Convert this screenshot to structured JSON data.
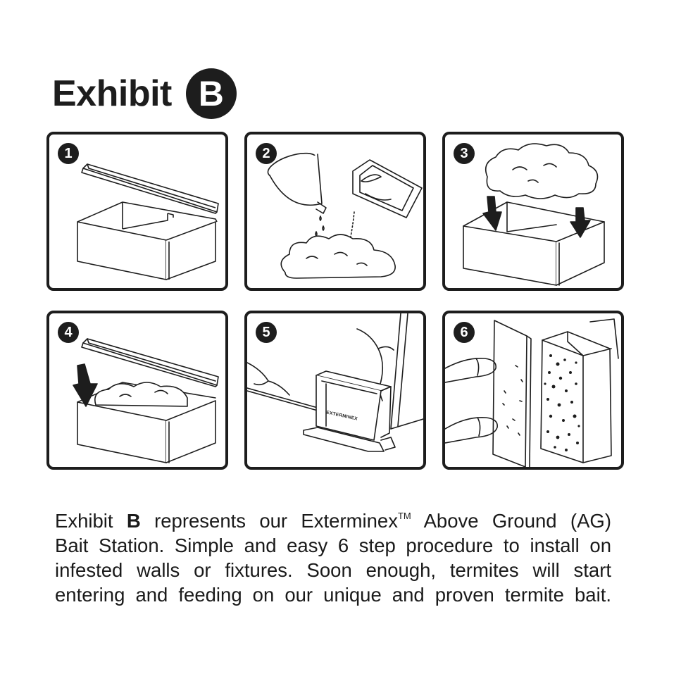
{
  "title": {
    "word": "Exhibit",
    "badge": "B"
  },
  "steps": [
    {
      "number": "1"
    },
    {
      "number": "2"
    },
    {
      "number": "3"
    },
    {
      "number": "4"
    },
    {
      "number": "5",
      "station_label": "EXTERMINEX"
    },
    {
      "number": "6"
    }
  ],
  "caption": {
    "line1_a": "Exhibit ",
    "line1_bold": "B",
    "line1_b": " represents our Exterminex",
    "trademark": "TM",
    "line1_c": " Above Ground (AG)",
    "line2": "Bait Station. Simple and easy 6 step procedure to install on",
    "line3": "infested walls or fixtures.  Soon enough, termites will start",
    "line4": "entering and feeding on  our  unique and proven  termite bait."
  },
  "colors": {
    "ink": "#1d1d1d",
    "paper": "#ffffff"
  }
}
